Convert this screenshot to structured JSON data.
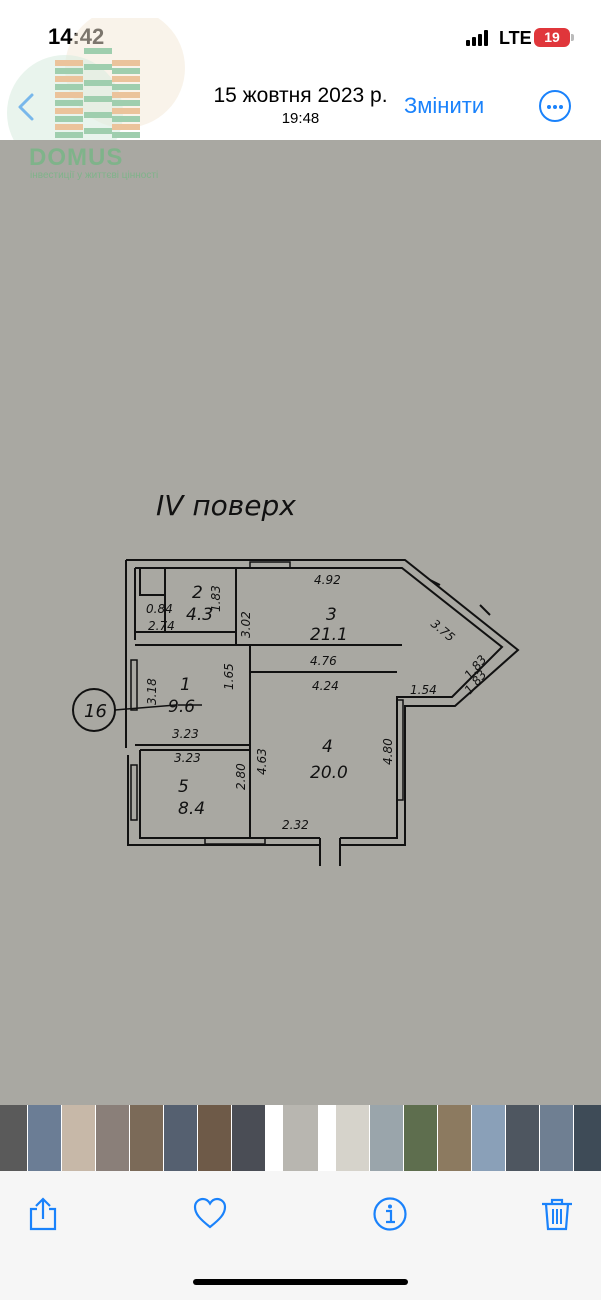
{
  "status_bar": {
    "time": "14:42",
    "network": "LTE",
    "battery": "19"
  },
  "nav": {
    "date": "15 жовтня 2023 р.",
    "time": "19:48",
    "edit_label": "Змінити",
    "back_icon": "chevron-left-icon",
    "more_icon": "ellipsis-circle-icon"
  },
  "watermark": {
    "brand": "DOMUS",
    "tagline": "інвестиції у життєві цінності"
  },
  "floor_plan": {
    "title": "IV поверх",
    "apartment_number": "16",
    "rooms": [
      {
        "number": "1",
        "area": "9.6"
      },
      {
        "number": "2",
        "area": "4.3"
      },
      {
        "number": "3",
        "area": "21.1"
      },
      {
        "number": "4",
        "area": "20.0"
      },
      {
        "number": "5",
        "area": "8.4"
      }
    ],
    "dimensions": [
      "4.92",
      "3.75",
      "1.83",
      "0.84",
      "2.74",
      "1.83",
      "3.02",
      "4.76",
      "4.24",
      "1.54",
      "1.83",
      "3.18",
      "1.65",
      "3.23",
      "3.23",
      "4.63",
      "4.80",
      "2.80",
      "2.32"
    ]
  },
  "toolbar": {
    "share_icon": "share-icon",
    "favorite_icon": "heart-icon",
    "info_icon": "info-icon",
    "delete_icon": "trash-icon"
  },
  "colors": {
    "accent": "#1a82fb",
    "battery": "#e0363b",
    "paper": "#a9a8a2"
  }
}
